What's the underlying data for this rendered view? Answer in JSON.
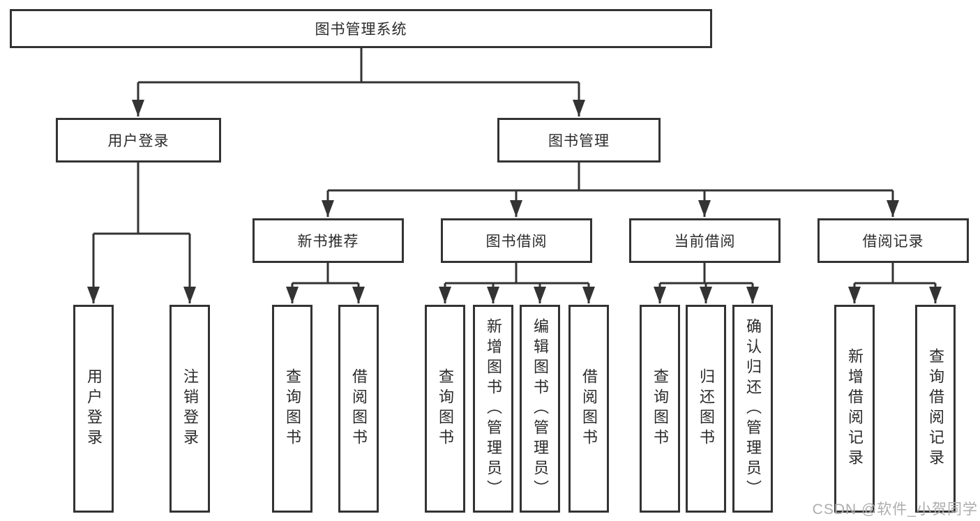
{
  "watermark": "CSDN @软件_小贺同学",
  "colors": {
    "line": "#333333",
    "node_border": "#333333",
    "node_text": "#2b2b2b",
    "background": "#ffffff",
    "watermark_text": "#adadad"
  },
  "tree": {
    "label": "图书管理系统",
    "children": [
      {
        "label": "用户登录",
        "children": [
          {
            "label": "用户登录"
          },
          {
            "label": "注销登录"
          }
        ]
      },
      {
        "label": "图书管理",
        "children": [
          {
            "label": "新书推荐",
            "children": [
              {
                "label": "查询图书"
              },
              {
                "label": "借阅图书"
              }
            ]
          },
          {
            "label": "图书借阅",
            "children": [
              {
                "label": "查询图书"
              },
              {
                "label": "新增图书（管理员）"
              },
              {
                "label": "编辑图书（管理员）"
              },
              {
                "label": "借阅图书"
              }
            ]
          },
          {
            "label": "当前借阅",
            "children": [
              {
                "label": "查询图书"
              },
              {
                "label": "归还图书"
              },
              {
                "label": "确认归还（管理员）"
              }
            ]
          },
          {
            "label": "借阅记录",
            "children": [
              {
                "label": "新增借阅记录"
              },
              {
                "label": "查询借阅记录"
              }
            ]
          }
        ]
      }
    ]
  }
}
